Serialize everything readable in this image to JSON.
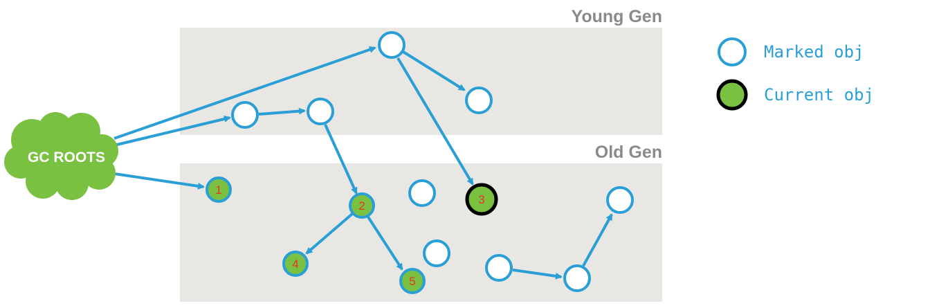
{
  "regions": {
    "young": "Young Gen",
    "old": "Old Gen"
  },
  "roots": {
    "label": "GC ROOTS"
  },
  "legend": {
    "marked": "Marked obj",
    "current": "Current obj"
  },
  "nodes": {
    "n1": "1",
    "n2": "2",
    "n3": "3",
    "n4": "4",
    "n5": "5"
  },
  "colors": {
    "region_fill": "#e8e7e4",
    "edge": "#2a9fd6",
    "marked_fill": "#7ac142",
    "current_ring": "#000000",
    "label_gray": "#8a8a8a",
    "number": "#e8312b"
  }
}
